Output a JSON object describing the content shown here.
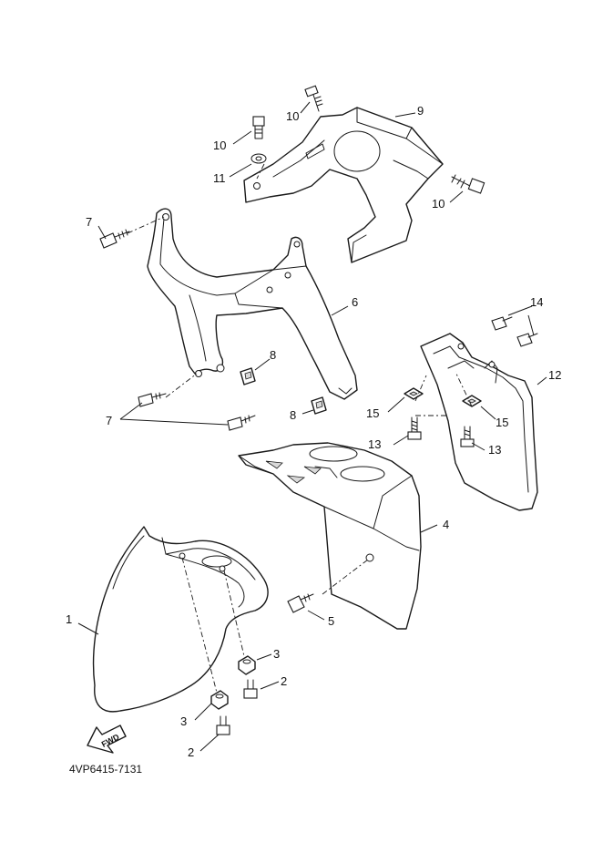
{
  "diagram": {
    "code": "4VP6415-7131",
    "fwd_label": "FWD",
    "callouts": {
      "c1": "1",
      "c2a": "2",
      "c2b": "2",
      "c3a": "3",
      "c3b": "3",
      "c4": "4",
      "c5": "5",
      "c6": "6",
      "c7a": "7",
      "c7b": "7",
      "c8a": "8",
      "c8b": "8",
      "c9": "9",
      "c10a": "10",
      "c10b": "10",
      "c10c": "10",
      "c11": "11",
      "c12": "12",
      "c13a": "13",
      "c13b": "13",
      "c14": "14",
      "c15a": "15",
      "c15b": "15"
    }
  }
}
